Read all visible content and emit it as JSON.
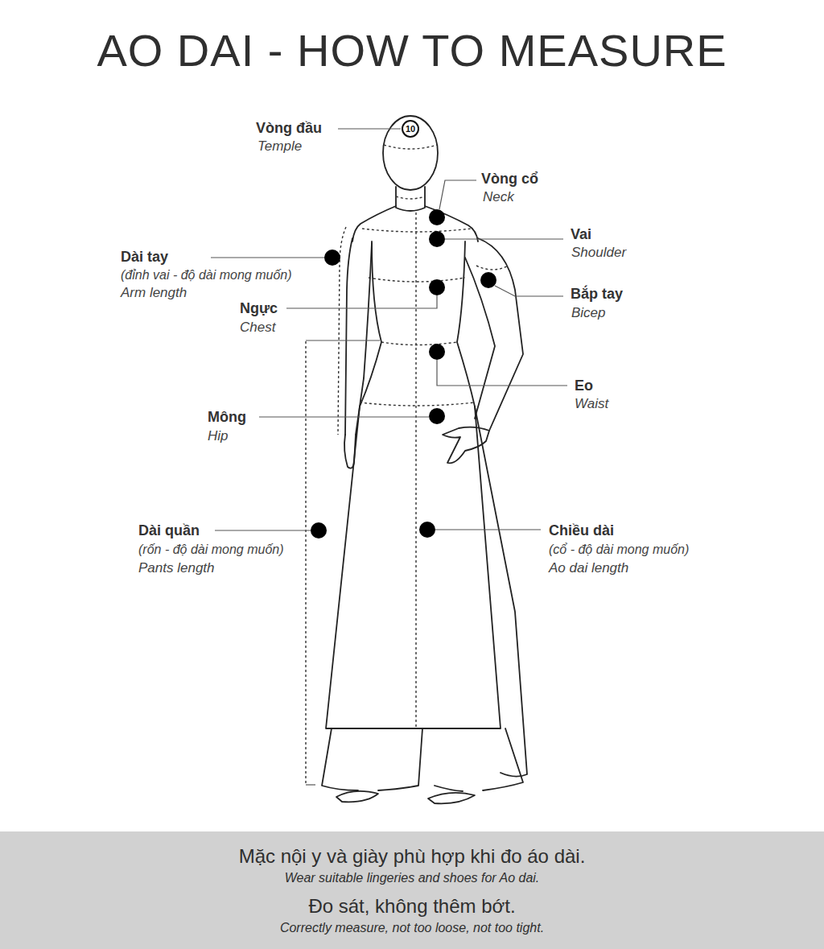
{
  "diagram": {
    "title": "AO DAI - HOW TO MEASURE",
    "nodes": [
      {
        "text": [
          "10"
        ]
      },
      {
        "text": [
          "Mặc nội y và giày phù hợp khi đo áo dài.",
          "Wear suitable lingeries and shoes for Ao dai.",
          "Đo sát, không thêm bớt.",
          "Correctly measure, not too loose, not too tight."
        ]
      }
    ],
    "labels": [
      "Vòng đầu",
      "Temple",
      "Vòng cổ",
      "Neck",
      "Dài tay",
      "(đỉnh vai - độ dài mong muốn)",
      "Arm length",
      "Vai",
      "Shoulder",
      "Ngực",
      "Chest",
      "Bắp tay",
      "Bicep",
      "Eo",
      "Waist",
      "Mông",
      "Hip",
      "Dài quần",
      "(rốn - độ dài mong muốn)",
      "Pants length",
      "Chiều dài",
      "(cổ - độ dài mong muốn)",
      "Ao dai length"
    ]
  }
}
